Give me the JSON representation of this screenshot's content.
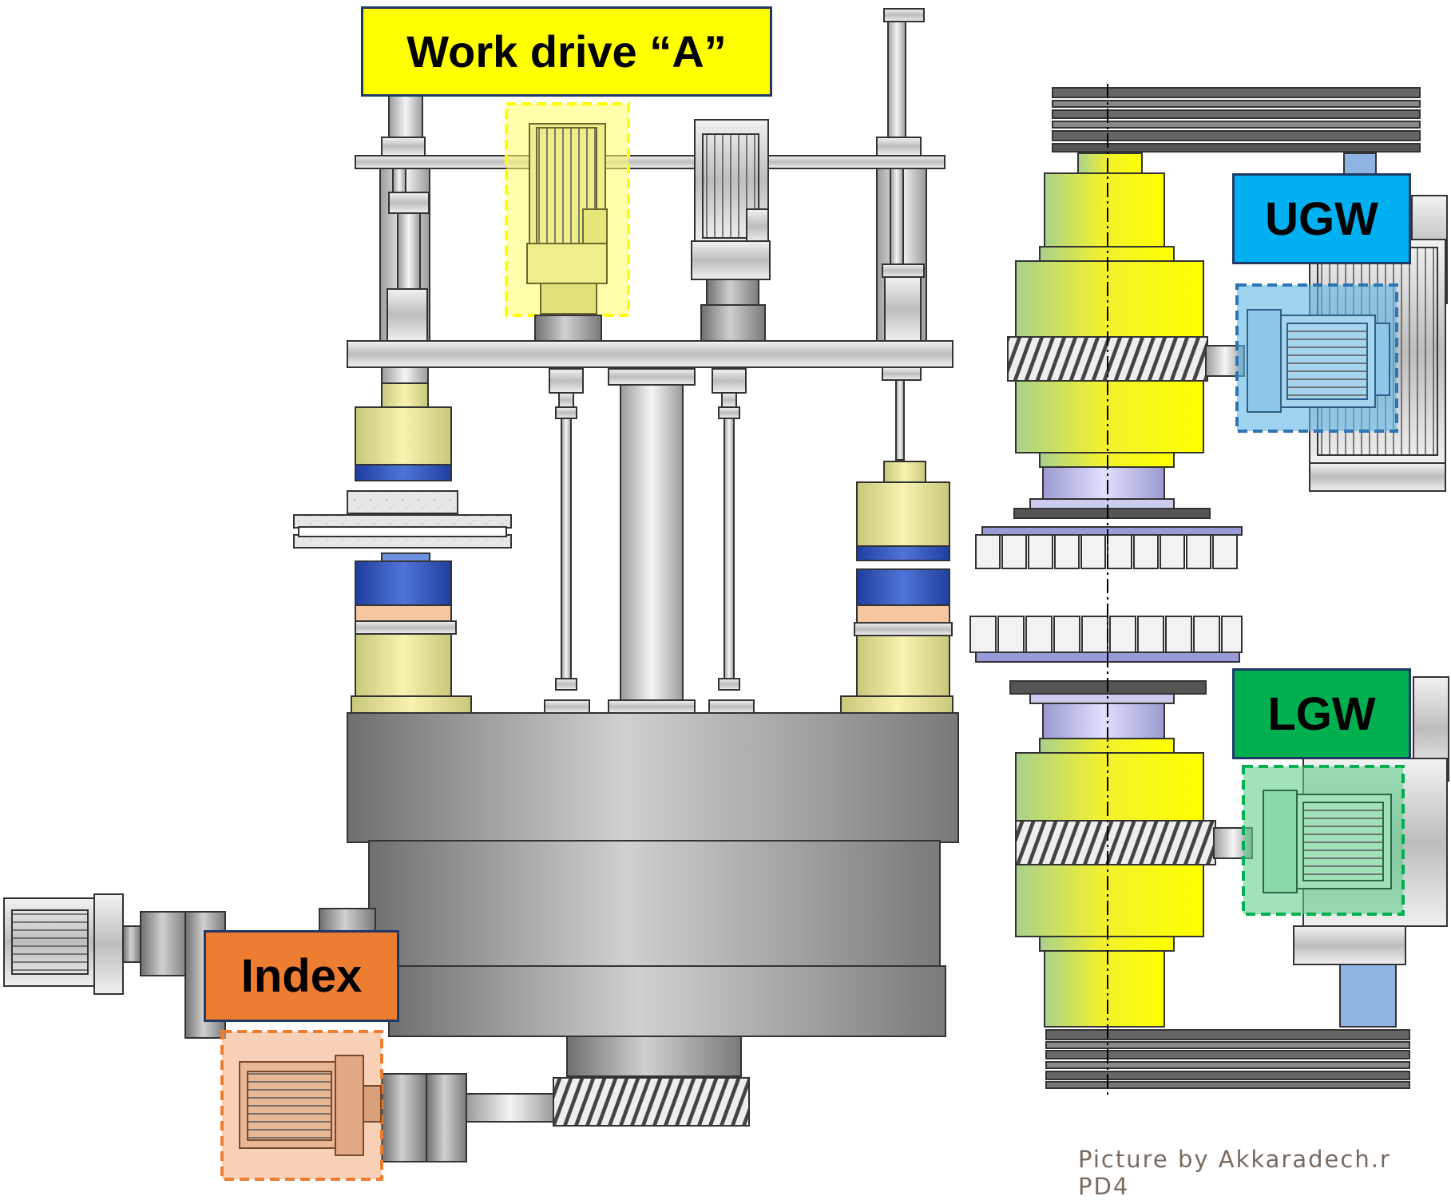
{
  "labels": {
    "work_drive": "Work drive “A”",
    "ugw": "UGW",
    "lgw": "LGW",
    "index": "Index"
  },
  "credit": "Picture by Akkaradech.r PD4",
  "colors": {
    "work_drive": "#ffff00",
    "ugw": "#00b0f0",
    "lgw": "#00b050",
    "index": "#ed7d31",
    "label_border": "#1f3864"
  }
}
